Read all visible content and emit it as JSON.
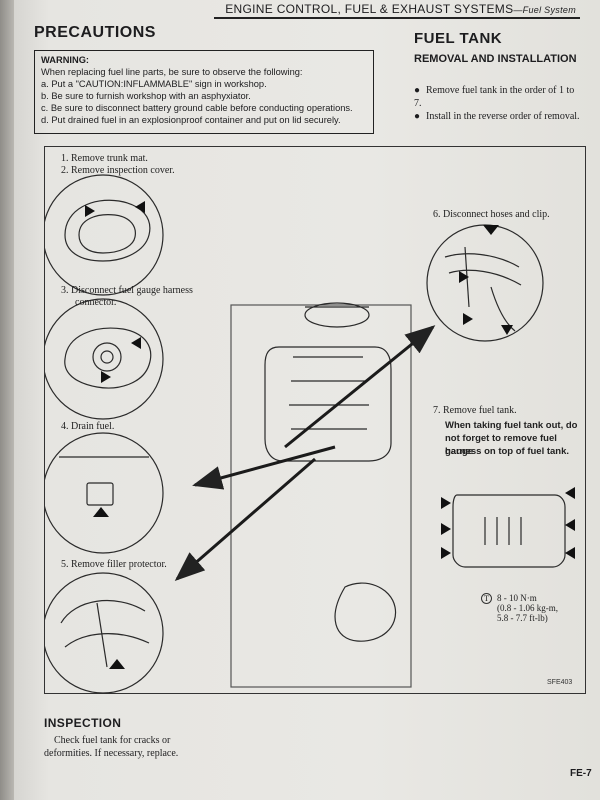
{
  "header": {
    "title": "ENGINE CONTROL, FUEL & EXHAUST SYSTEMS",
    "subtitle": "—Fuel System"
  },
  "precautions": {
    "heading": "PRECAUTIONS",
    "warning_title": "WARNING:",
    "intro": "When replacing fuel line parts, be sure to observe the following:",
    "items": [
      "a. Put a \"CAUTION:INFLAMMABLE\" sign in workshop.",
      "b. Be sure to furnish workshop with an asphyxiator.",
      "c. Be sure to disconnect battery ground cable before conducting operations.",
      "d. Put drained fuel in an explosionproof container and put on lid securely."
    ]
  },
  "fuel_tank": {
    "heading": "FUEL TANK",
    "subheading": "REMOVAL AND INSTALLATION",
    "bullets": [
      "Remove fuel tank in the order of 1 to 7.",
      "Install in the reverse order of removal."
    ],
    "bullet_glyph": "●"
  },
  "diagram": {
    "steps": [
      "1. Remove trunk mat.",
      "2. Remove inspection cover.",
      "3. Disconnect fuel gauge harness",
      "connector.",
      "4. Drain fuel.",
      "5. Remove filler protector.",
      "6. Disconnect hoses and clip.",
      "7. Remove fuel tank."
    ],
    "note_lines": [
      "When taking fuel tank out, do",
      "not forget to remove fuel gauge",
      "harness on top of fuel tank."
    ],
    "torque_symbol": "T",
    "torque_lines": [
      "8 - 10 N·m",
      "(0.8 - 1.06 kg-m,",
      "5.8 - 7.7 ft-lb)"
    ],
    "figure_code": "SFE403"
  },
  "inspection": {
    "heading": "INSPECTION",
    "text": "Check fuel tank for cracks or deformities. If necessary, replace."
  },
  "page_number": "FE-7"
}
